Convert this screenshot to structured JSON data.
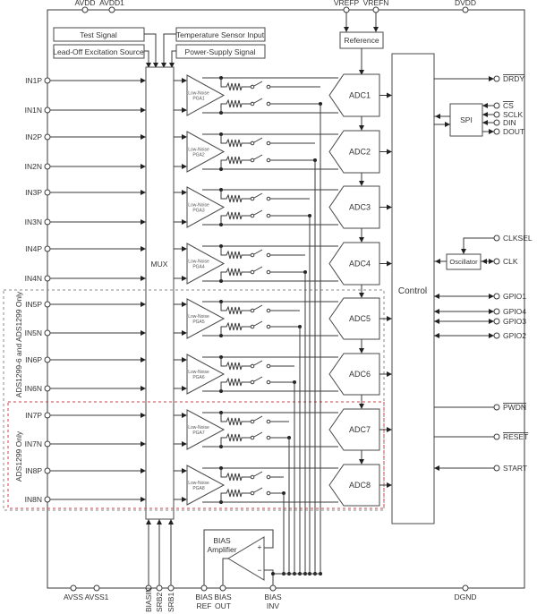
{
  "title": "ADS1299 Functional Block Diagram",
  "top_pins": [
    "AVDD",
    "AVDD1",
    "VREFP",
    "VREFN",
    "DVDD"
  ],
  "bottom_pins": [
    "AVSS",
    "AVSS1",
    "DGND"
  ],
  "bottom_vertical_pins": [
    "BIASIN",
    "SRB2",
    "SRB1"
  ],
  "bias_pins": [
    {
      "line1": "BIAS",
      "line2": "REF"
    },
    {
      "line1": "BIAS",
      "line2": "OUT"
    },
    {
      "line1": "BIAS",
      "line2": "INV"
    }
  ],
  "signal_sources": {
    "test_signal": "Test Signal",
    "lead_off": "Lead-Off Excitation Source",
    "temperature": "Temperature Sensor Input",
    "power_supply": "Power-Supply Signal"
  },
  "blocks": {
    "mux": "MUX",
    "reference": "Reference",
    "control": "Control",
    "spi": "SPI",
    "oscillator": "Oscillator",
    "bias_amp_line1": "BIAS",
    "bias_amp_line2": "Amplifier",
    "opamp_plus": "+",
    "opamp_minus": "−"
  },
  "input_pins": [
    "IN1P",
    "IN1N",
    "IN2P",
    "IN2N",
    "IN3P",
    "IN3N",
    "IN4P",
    "IN4N",
    "IN5P",
    "IN5N",
    "IN6P",
    "IN6N",
    "IN7P",
    "IN7N",
    "IN8P",
    "IN8N"
  ],
  "channels": [
    {
      "pga_line1": "Low-Noise",
      "pga_line2": "PGA1",
      "adc": "ADC1"
    },
    {
      "pga_line1": "Low-Noise",
      "pga_line2": "PGA2",
      "adc": "ADC2"
    },
    {
      "pga_line1": "Low-Noise",
      "pga_line2": "PGA3",
      "adc": "ADC3"
    },
    {
      "pga_line1": "Low-Noise",
      "pga_line2": "PGA4",
      "adc": "ADC4"
    },
    {
      "pga_line1": "Low-Noise",
      "pga_line2": "PGA5",
      "adc": "ADC5"
    },
    {
      "pga_line1": "Low-Noise",
      "pga_line2": "PGA6",
      "adc": "ADC6"
    },
    {
      "pga_line1": "Low-Noise",
      "pga_line2": "PGA7",
      "adc": "ADC7"
    },
    {
      "pga_line1": "Low-Noise",
      "pga_line2": "PGA8",
      "adc": "ADC8"
    }
  ],
  "right_pins": [
    {
      "name": "DRDY",
      "overline": true,
      "dir": "out"
    },
    {
      "name": "CS",
      "overline": true,
      "dir": "in"
    },
    {
      "name": "SCLK",
      "overline": false,
      "dir": "in"
    },
    {
      "name": "DIN",
      "overline": false,
      "dir": "in"
    },
    {
      "name": "DOUT",
      "overline": false,
      "dir": "out"
    },
    {
      "name": "CLKSEL",
      "overline": false,
      "dir": "in"
    },
    {
      "name": "CLK",
      "overline": false,
      "dir": "bi"
    },
    {
      "name": "GPIO1",
      "overline": false,
      "dir": "bi"
    },
    {
      "name": "GPIO4",
      "overline": false,
      "dir": "bi"
    },
    {
      "name": "GPIO3",
      "overline": false,
      "dir": "bi"
    },
    {
      "name": "GPIO2",
      "overline": false,
      "dir": "bi"
    },
    {
      "name": "PWDN",
      "overline": true,
      "dir": "in"
    },
    {
      "name": "RESET",
      "overline": true,
      "dir": "in"
    },
    {
      "name": "START",
      "overline": false,
      "dir": "in"
    }
  ],
  "region_labels": {
    "six_eight": "ADS1299-6 and ADS1299 Only",
    "eight": "ADS1299 Only"
  },
  "colors": {
    "six_eight_region": "#8a8a8a",
    "eight_region": "#d0404a"
  }
}
